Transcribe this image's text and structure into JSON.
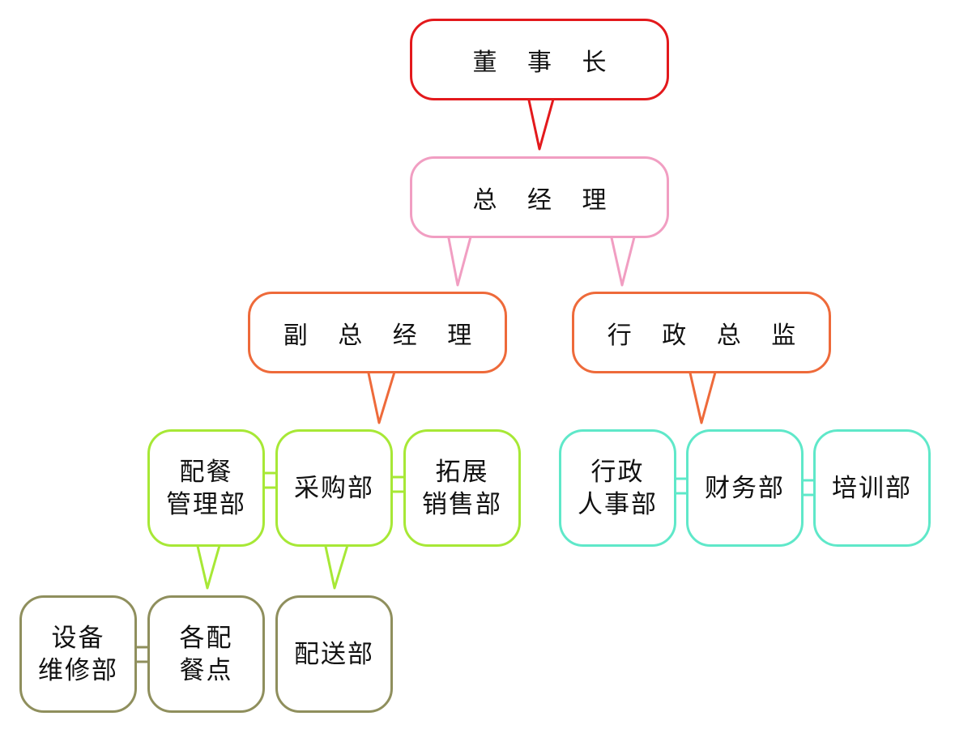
{
  "colors": {
    "level0": "#e3191c",
    "level1": "#f19ec2",
    "level2": "#ee6a3a",
    "level3_left": "#a7e836",
    "level3_right": "#5fe8c9",
    "level4": "#8f8f5d"
  },
  "nodes": {
    "chairman": {
      "lines": [
        "董 事 长"
      ]
    },
    "general_manager": {
      "lines": [
        "总 经 理"
      ]
    },
    "deputy_gm": {
      "lines": [
        "副 总 经 理"
      ]
    },
    "admin_director": {
      "lines": [
        "行 政 总 监"
      ]
    },
    "catering_mgmt": {
      "lines": [
        "配餐",
        "管理部"
      ]
    },
    "purchasing": {
      "lines": [
        "采购部"
      ]
    },
    "sales_expansion": {
      "lines": [
        "拓展",
        "销售部"
      ]
    },
    "admin_hr": {
      "lines": [
        "行政",
        "人事部"
      ]
    },
    "finance": {
      "lines": [
        "财务部"
      ]
    },
    "training": {
      "lines": [
        "培训部"
      ]
    },
    "equipment_maint": {
      "lines": [
        "设备",
        "维修部"
      ]
    },
    "catering_points": {
      "lines": [
        "各配",
        "餐点"
      ]
    },
    "delivery": {
      "lines": [
        "配送部"
      ]
    }
  }
}
